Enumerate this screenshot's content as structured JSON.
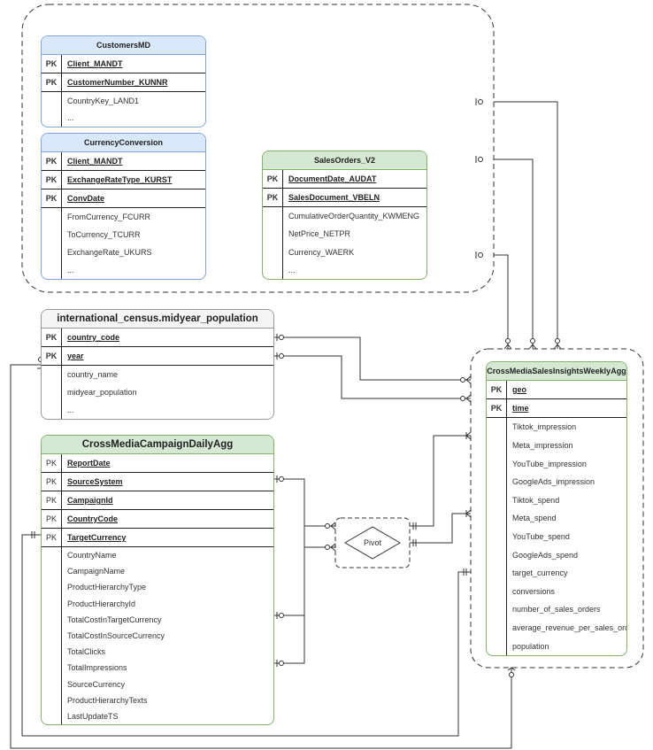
{
  "tables": {
    "customers": {
      "title": "CustomersMD",
      "pk": [
        "Client_MANDT",
        "CustomerNumber_KUNNR"
      ],
      "fields": [
        "CountryKey_LAND1",
        "..."
      ]
    },
    "currency": {
      "title": "CurrencyConversion",
      "pk": [
        "Client_MANDT",
        "ExchangeRateType_KURST",
        "ConvDate"
      ],
      "fields": [
        "FromCurrency_FCURR",
        "ToCurrency_TCURR",
        "ExchangeRate_UKURS",
        "..."
      ]
    },
    "sales": {
      "title": "SalesOrders_V2",
      "pk": [
        "DocumentDate_AUDAT",
        "SalesDocument_VBELN"
      ],
      "fields": [
        "CumulativeOrderQuantity_KWMENG",
        "NetPrice_NETPR",
        "Currency_WAERK",
        "..."
      ]
    },
    "census": {
      "title": "international_census.midyear_population",
      "pk": [
        "country_code",
        "year"
      ],
      "fields": [
        "country_name",
        "midyear_population",
        "..."
      ]
    },
    "campaign": {
      "title": "CrossMediaCampaignDailyAgg",
      "pk": [
        "ReportDate",
        "SourceSystem",
        "CampaignId",
        "CountryCode",
        "TargetCurrency"
      ],
      "fields": [
        "CountryName",
        "CampaignName",
        "ProductHierarchyType",
        "ProductHierarchyId",
        "TotalCostInTargetCurrency",
        "TotalCostInSourceCurrency",
        "TotalClicks",
        "TotalImpressions",
        "SourceCurrency",
        "ProductHierarchyTexts",
        "LastUpdateTS"
      ]
    },
    "weekly": {
      "title": "CrossMediaSalesInsightsWeeklyAgg",
      "pk": [
        "geo",
        "time"
      ],
      "fields": [
        "Tiktok_impression",
        "Meta_impression",
        "YouTube_impression",
        "GoogleAds_impression",
        "Tiktok_spend",
        "Meta_spend",
        "YouTube_spend",
        "GoogleAds_spend",
        "target_currency",
        "conversions",
        "number_of_sales_orders",
        "average_revenue_per_sales_order",
        "population"
      ]
    }
  },
  "pk_label": "PK",
  "pivot_label": "Pivot",
  "colors": {
    "blue_header": "#dae8fc",
    "green_header": "#d5e8d4",
    "gray_header": "#f5f5f5"
  }
}
